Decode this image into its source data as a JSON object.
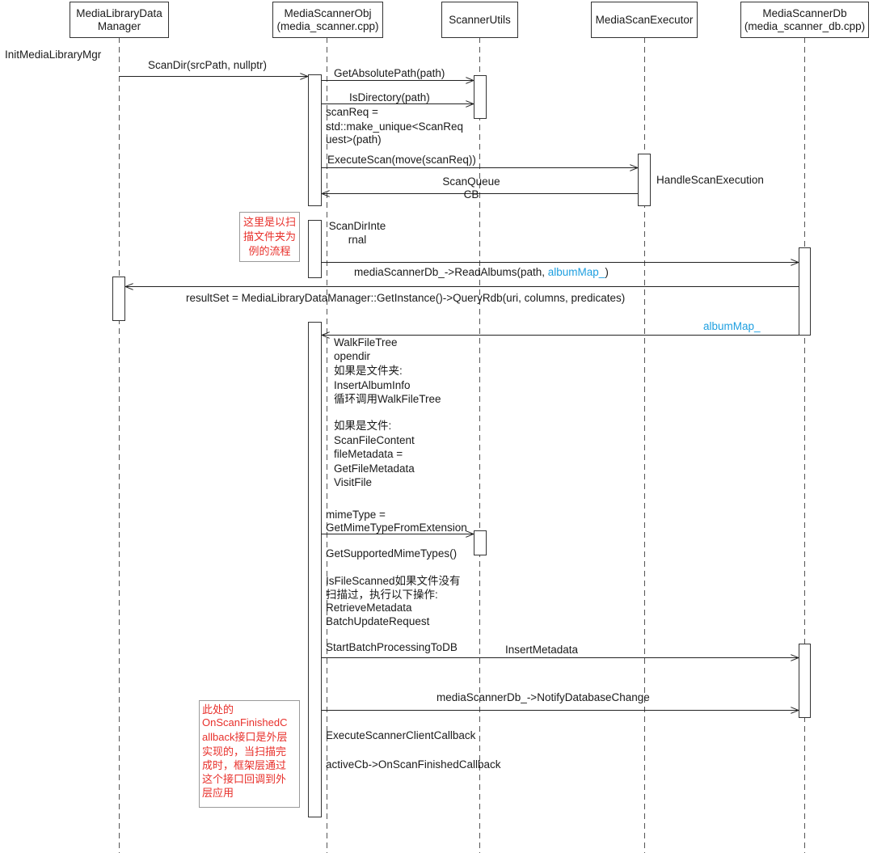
{
  "participants": {
    "media_library_data_manager": {
      "lines": [
        "MediaLibraryData",
        "Manager"
      ]
    },
    "media_scanner_obj": {
      "lines": [
        "MediaScannerObj",
        "(media_scanner.cpp)"
      ]
    },
    "scanner_utils": {
      "lines": [
        "ScannerUtils"
      ]
    },
    "media_scan_executor": {
      "lines": [
        "MediaScanExecutor"
      ]
    },
    "media_scanner_db": {
      "lines": [
        "MediaScannerDb",
        "(media_scanner_db.cpp)"
      ]
    }
  },
  "labels": {
    "init_media_library_mgr": "InitMediaLibraryMgr",
    "scan_dir": "ScanDir(srcPath, nullptr)",
    "get_absolute_path": "GetAbsolutePath(path)",
    "is_directory": "IsDirectory(path)",
    "scan_req": [
      "scanReq =",
      "std::make_unique<ScanReq",
      "uest>(path)"
    ],
    "execute_scan": "ExecuteScan(move(scanReq))",
    "handle_scan_execution": "HandleScanExecution",
    "scan_queue_cb": [
      "ScanQueue",
      "CB"
    ],
    "scan_dir_internal": [
      "ScanDirInte",
      "rnal"
    ],
    "read_albums": {
      "prefix": "mediaScannerDb_->ReadAlbums(path, ",
      "highlight": "albumMap_",
      "suffix": ")"
    },
    "query_rdb": "resultSet = MediaLibraryDataManager::GetInstance()->QueryRdb(uri, columns, predicates)",
    "album_map_return": "albumMap_",
    "walk_file_tree": [
      "WalkFileTree",
      "opendir",
      "如果是文件夹:",
      "InsertAlbumInfo",
      "循环调用WalkFileTree",
      "如果是文件:",
      "ScanFileContent",
      "fileMetadata =",
      "GetFileMetadata",
      "VisitFile"
    ],
    "mime_type": [
      "mimeType =",
      "GetMimeTypeFromExtension"
    ],
    "get_supported_mime_types": "GetSupportedMimeTypes()",
    "is_file_scanned": [
      "IsFileScanned如果文件没有",
      "扫描过，执行以下操作:",
      "RetrieveMetadata",
      "BatchUpdateRequest"
    ],
    "start_batch_processing": "StartBatchProcessingToDB",
    "insert_metadata": "InsertMetadata",
    "notify_database_change": "mediaScannerDb_->NotifyDatabaseChange",
    "execute_scanner_client_callback": "ExecuteScannerClientCallback",
    "on_scan_finished_callback": "activeCb->OnScanFinishedCallback"
  },
  "notes": {
    "scan_folder_note": [
      "这里是以扫",
      "描文件夹为",
      "例的流程"
    ],
    "callback_note": [
      "此处的",
      "OnScanFinishedC",
      "allback接口是外层",
      "实现的，当扫描完",
      "成时，框架层通过",
      "这个接口回调到外",
      "层应用"
    ]
  },
  "colors": {
    "highlight_text": "#1e9fe0",
    "note_text": "#e8302b"
  }
}
